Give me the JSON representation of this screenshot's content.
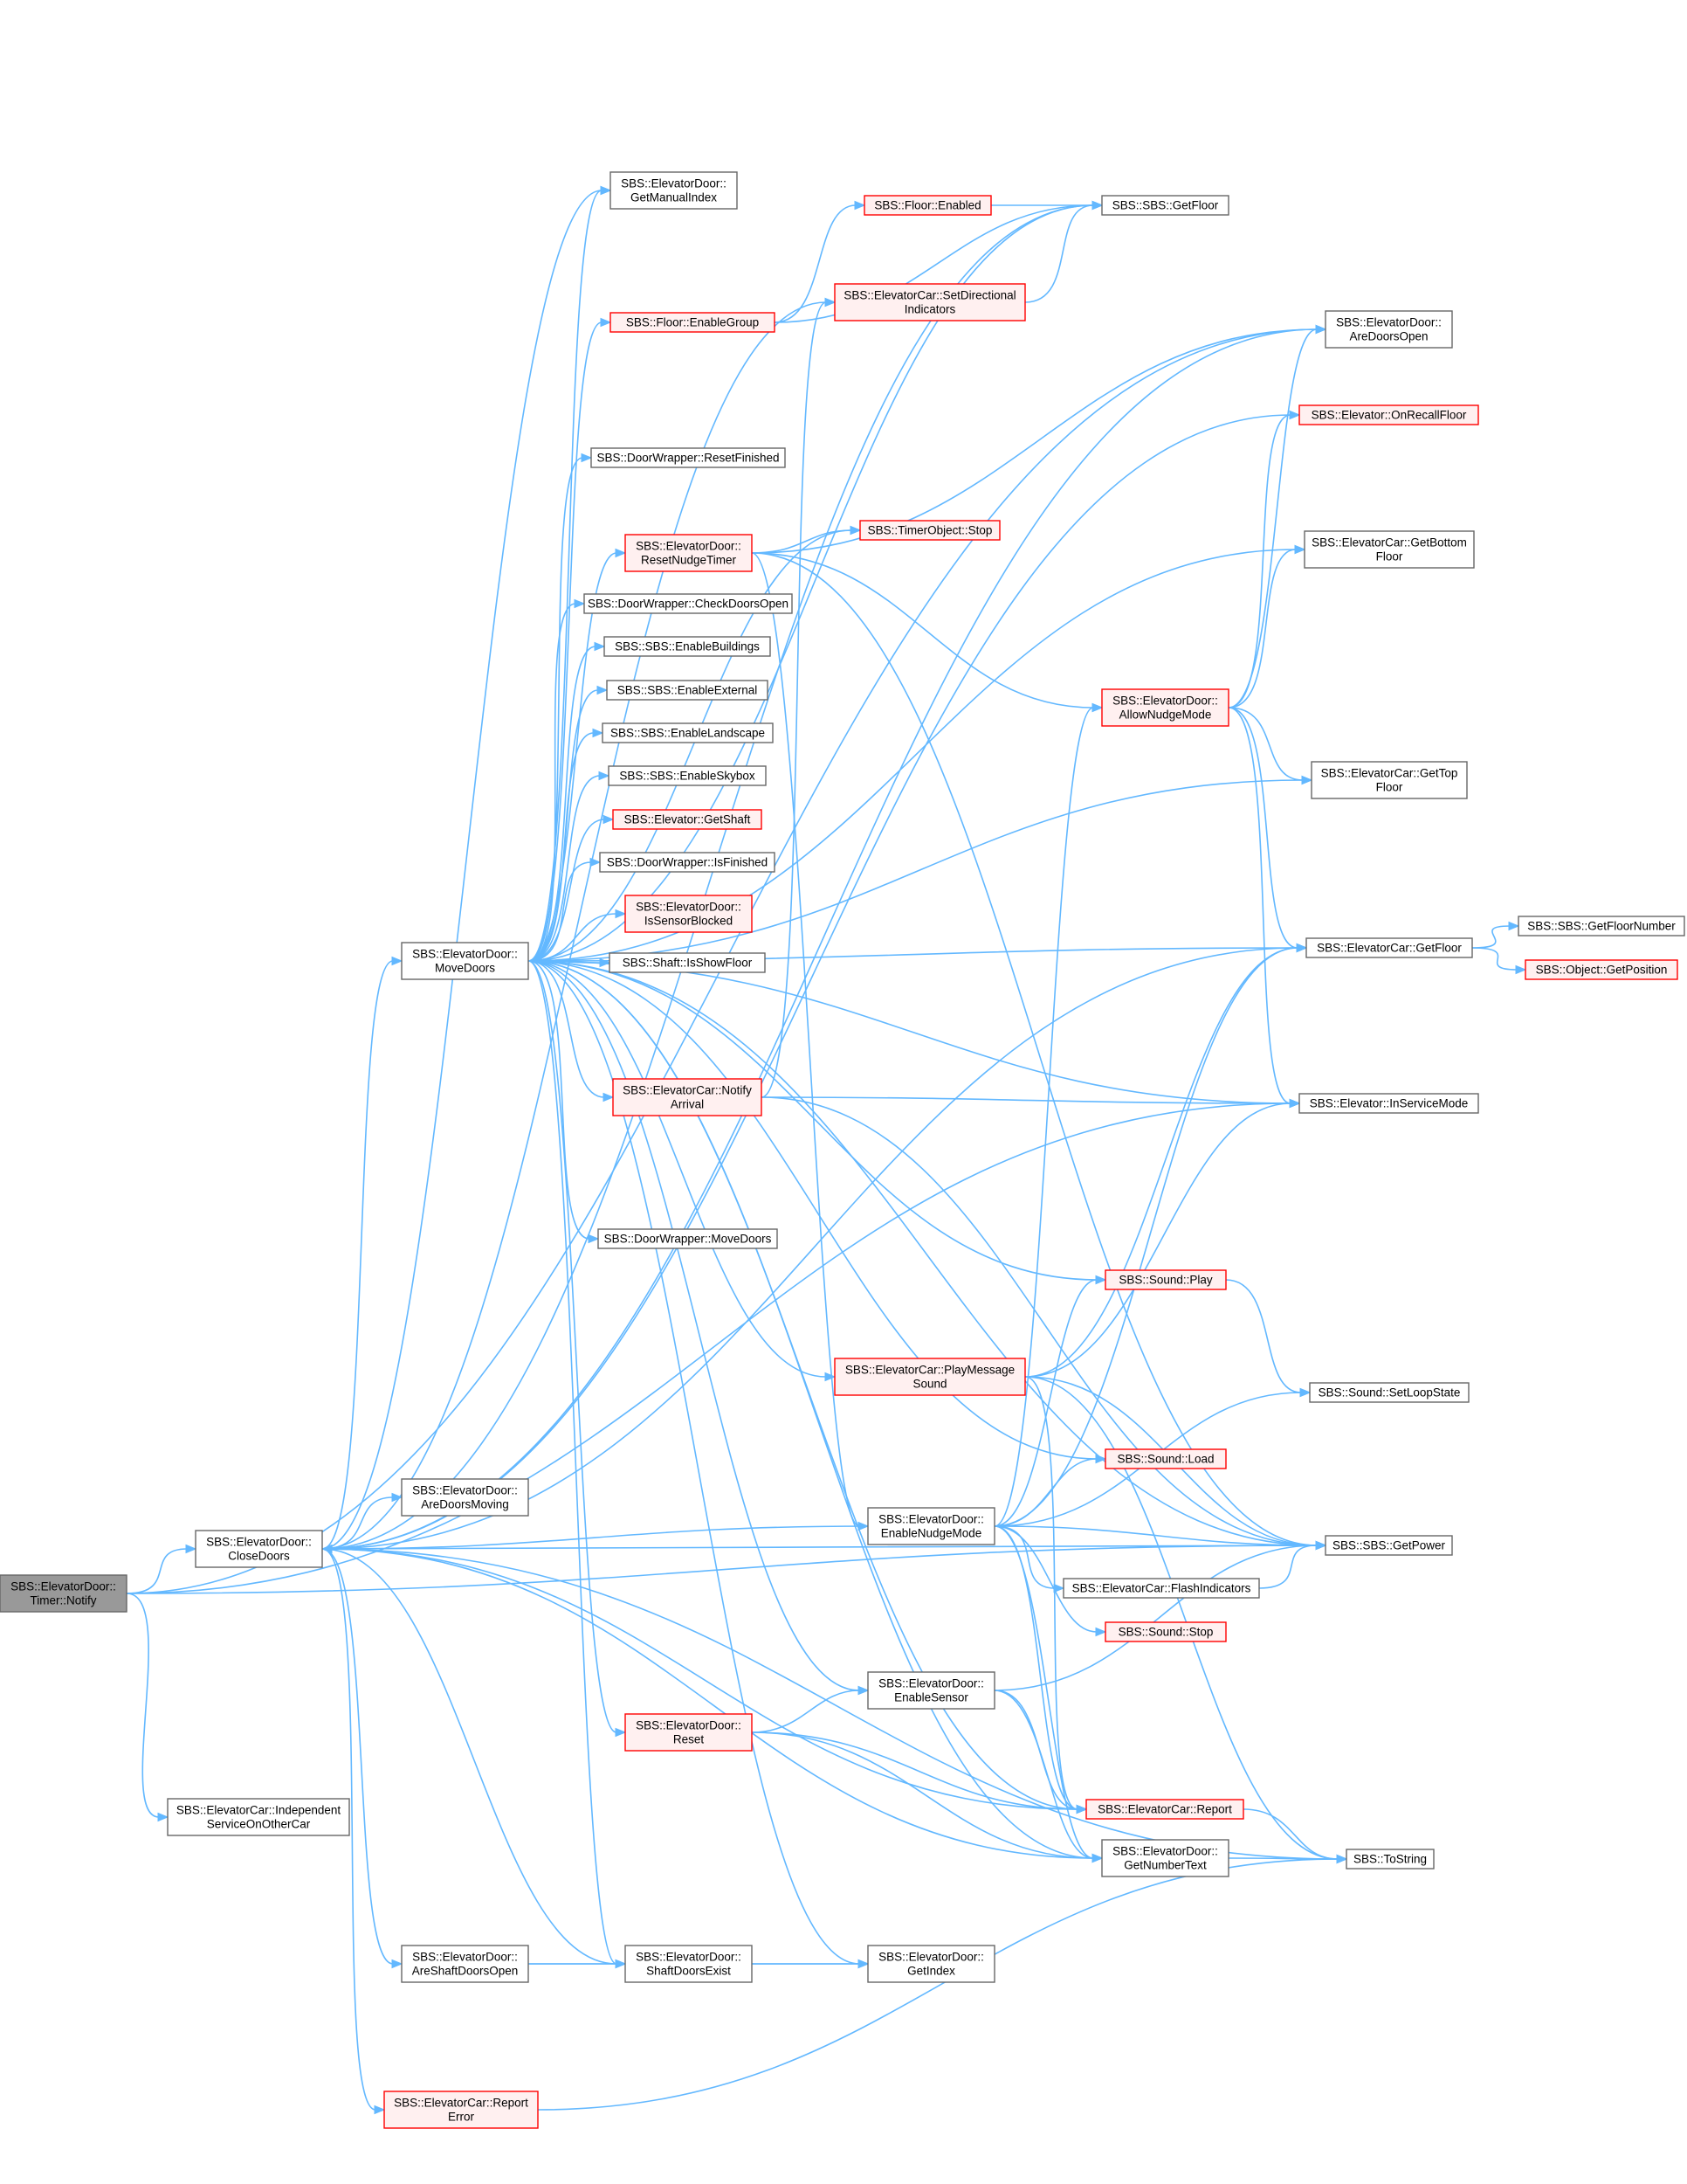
{
  "nodes": [
    {
      "id": "timer_notify",
      "lines": [
        "SBS::ElevatorDoor::",
        "Timer::Notify"
      ],
      "style": "root"
    },
    {
      "id": "close_doors",
      "lines": [
        "SBS::ElevatorDoor::",
        "CloseDoors"
      ],
      "style": "normal"
    },
    {
      "id": "independent_service",
      "lines": [
        "SBS::ElevatorCar::Independent",
        "ServiceOnOtherCar"
      ],
      "style": "normal"
    },
    {
      "id": "move_doors",
      "lines": [
        "SBS::ElevatorDoor::",
        "MoveDoors"
      ],
      "style": "normal"
    },
    {
      "id": "are_doors_moving",
      "lines": [
        "SBS::ElevatorDoor::",
        "AreDoorsMoving"
      ],
      "style": "normal"
    },
    {
      "id": "are_shaft_doors_open",
      "lines": [
        "SBS::ElevatorDoor::",
        "AreShaftDoorsOpen"
      ],
      "style": "normal"
    },
    {
      "id": "report_error",
      "lines": [
        "SBS::ElevatorCar::Report",
        "Error"
      ],
      "style": "red"
    },
    {
      "id": "get_manual_index",
      "lines": [
        "SBS::ElevatorDoor::",
        "GetManualIndex"
      ],
      "style": "normal"
    },
    {
      "id": "floor_enablegroup",
      "lines": [
        "SBS::Floor::EnableGroup"
      ],
      "style": "red"
    },
    {
      "id": "dw_resetfinished",
      "lines": [
        "SBS::DoorWrapper::ResetFinished"
      ],
      "style": "normal"
    },
    {
      "id": "reset_nudge_timer",
      "lines": [
        "SBS::ElevatorDoor::",
        "ResetNudgeTimer"
      ],
      "style": "red"
    },
    {
      "id": "dw_checkdoorsopen",
      "lines": [
        "SBS::DoorWrapper::CheckDoorsOpen"
      ],
      "style": "normal"
    },
    {
      "id": "enable_buildings",
      "lines": [
        "SBS::SBS::EnableBuildings"
      ],
      "style": "normal"
    },
    {
      "id": "enable_external",
      "lines": [
        "SBS::SBS::EnableExternal"
      ],
      "style": "normal"
    },
    {
      "id": "enable_landscape",
      "lines": [
        "SBS::SBS::EnableLandscape"
      ],
      "style": "normal"
    },
    {
      "id": "enable_skybox",
      "lines": [
        "SBS::SBS::EnableSkybox"
      ],
      "style": "normal"
    },
    {
      "id": "elevator_getshaft",
      "lines": [
        "SBS::Elevator::GetShaft"
      ],
      "style": "red"
    },
    {
      "id": "dw_isfinished",
      "lines": [
        "SBS::DoorWrapper::IsFinished"
      ],
      "style": "normal"
    },
    {
      "id": "is_sensor_blocked",
      "lines": [
        "SBS::ElevatorDoor::",
        "IsSensorBlocked"
      ],
      "style": "red"
    },
    {
      "id": "shaft_isshowfloor",
      "lines": [
        "SBS::Shaft::IsShowFloor"
      ],
      "style": "normal"
    },
    {
      "id": "notify_arrival",
      "lines": [
        "SBS::ElevatorCar::Notify",
        "Arrival"
      ],
      "style": "red"
    },
    {
      "id": "dw_movedoors",
      "lines": [
        "SBS::DoorWrapper::MoveDoors"
      ],
      "style": "normal"
    },
    {
      "id": "ed_reset",
      "lines": [
        "SBS::ElevatorDoor::",
        "Reset"
      ],
      "style": "red"
    },
    {
      "id": "shaft_doors_exist",
      "lines": [
        "SBS::ElevatorDoor::",
        "ShaftDoorsExist"
      ],
      "style": "normal"
    },
    {
      "id": "floor_enabled",
      "lines": [
        "SBS::Floor::Enabled"
      ],
      "style": "red"
    },
    {
      "id": "set_directional",
      "lines": [
        "SBS::ElevatorCar::SetDirectional",
        "Indicators"
      ],
      "style": "red"
    },
    {
      "id": "timerobject_stop",
      "lines": [
        "SBS::TimerObject::Stop"
      ],
      "style": "red"
    },
    {
      "id": "play_message_sound",
      "lines": [
        "SBS::ElevatorCar::PlayMessage",
        "Sound"
      ],
      "style": "red"
    },
    {
      "id": "enable_nudge_mode",
      "lines": [
        "SBS::ElevatorDoor::",
        "EnableNudgeMode"
      ],
      "style": "normal"
    },
    {
      "id": "enable_sensor",
      "lines": [
        "SBS::ElevatorDoor::",
        "EnableSensor"
      ],
      "style": "normal"
    },
    {
      "id": "get_index",
      "lines": [
        "SBS::ElevatorDoor::",
        "GetIndex"
      ],
      "style": "normal"
    },
    {
      "id": "allow_nudge_mode",
      "lines": [
        "SBS::ElevatorDoor::",
        "AllowNudgeMode"
      ],
      "style": "red"
    },
    {
      "id": "sound_play",
      "lines": [
        "SBS::Sound::Play"
      ],
      "style": "red"
    },
    {
      "id": "sound_load",
      "lines": [
        "SBS::Sound::Load"
      ],
      "style": "red"
    },
    {
      "id": "flash_indicators",
      "lines": [
        "SBS::ElevatorCar::FlashIndicators"
      ],
      "style": "normal"
    },
    {
      "id": "sound_stop",
      "lines": [
        "SBS::Sound::Stop"
      ],
      "style": "red"
    },
    {
      "id": "car_report",
      "lines": [
        "SBS::ElevatorCar::Report"
      ],
      "style": "red"
    },
    {
      "id": "get_number_text",
      "lines": [
        "SBS::ElevatorDoor::",
        "GetNumberText"
      ],
      "style": "normal"
    },
    {
      "id": "sbs_getfloor",
      "lines": [
        "SBS::SBS::GetFloor"
      ],
      "style": "normal"
    },
    {
      "id": "are_doors_open",
      "lines": [
        "SBS::ElevatorDoor::",
        "AreDoorsOpen"
      ],
      "style": "normal"
    },
    {
      "id": "on_recall_floor",
      "lines": [
        "SBS::Elevator::OnRecallFloor"
      ],
      "style": "red"
    },
    {
      "id": "get_bottom_floor",
      "lines": [
        "SBS::ElevatorCar::GetBottom",
        "Floor"
      ],
      "style": "normal"
    },
    {
      "id": "get_top_floor",
      "lines": [
        "SBS::ElevatorCar::GetTop",
        "Floor"
      ],
      "style": "normal"
    },
    {
      "id": "car_getfloor",
      "lines": [
        "SBS::ElevatorCar::GetFloor"
      ],
      "style": "normal"
    },
    {
      "id": "in_service_mode",
      "lines": [
        "SBS::Elevator::InServiceMode"
      ],
      "style": "normal"
    },
    {
      "id": "set_loop_state",
      "lines": [
        "SBS::Sound::SetLoopState"
      ],
      "style": "normal"
    },
    {
      "id": "get_power",
      "lines": [
        "SBS::SBS::GetPower"
      ],
      "style": "normal"
    },
    {
      "id": "to_string",
      "lines": [
        "SBS::ToString"
      ],
      "style": "normal"
    },
    {
      "id": "get_floor_number",
      "lines": [
        "SBS::SBS::GetFloorNumber"
      ],
      "style": "normal"
    },
    {
      "id": "get_position",
      "lines": [
        "SBS::Object::GetPosition"
      ],
      "style": "red"
    }
  ],
  "edges": [
    [
      "timer_notify",
      "close_doors"
    ],
    [
      "timer_notify",
      "independent_service"
    ],
    [
      "timer_notify",
      "are_doors_open"
    ],
    [
      "timer_notify",
      "in_service_mode"
    ],
    [
      "timer_notify",
      "get_power"
    ],
    [
      "close_doors",
      "move_doors"
    ],
    [
      "close_doors",
      "are_doors_moving"
    ],
    [
      "close_doors",
      "are_shaft_doors_open"
    ],
    [
      "close_doors",
      "report_error"
    ],
    [
      "close_doors",
      "get_manual_index"
    ],
    [
      "close_doors",
      "sbs_getfloor"
    ],
    [
      "close_doors",
      "are_doors_open"
    ],
    [
      "close_doors",
      "set_directional"
    ],
    [
      "close_doors",
      "on_recall_floor"
    ],
    [
      "close_doors",
      "car_getfloor"
    ],
    [
      "close_doors",
      "get_power"
    ],
    [
      "close_doors",
      "car_report"
    ],
    [
      "close_doors",
      "get_number_text"
    ],
    [
      "close_doors",
      "shaft_doors_exist"
    ],
    [
      "close_doors",
      "to_string"
    ],
    [
      "move_doors",
      "get_manual_index"
    ],
    [
      "move_doors",
      "floor_enablegroup"
    ],
    [
      "move_doors",
      "dw_resetfinished"
    ],
    [
      "move_doors",
      "reset_nudge_timer"
    ],
    [
      "move_doors",
      "dw_checkdoorsopen"
    ],
    [
      "move_doors",
      "enable_buildings"
    ],
    [
      "move_doors",
      "enable_external"
    ],
    [
      "move_doors",
      "enable_landscape"
    ],
    [
      "move_doors",
      "enable_skybox"
    ],
    [
      "move_doors",
      "elevator_getshaft"
    ],
    [
      "move_doors",
      "dw_isfinished"
    ],
    [
      "move_doors",
      "is_sensor_blocked"
    ],
    [
      "move_doors",
      "shaft_isshowfloor"
    ],
    [
      "move_doors",
      "notify_arrival"
    ],
    [
      "move_doors",
      "dw_movedoors"
    ],
    [
      "move_doors",
      "ed_reset"
    ],
    [
      "move_doors",
      "shaft_doors_exist"
    ],
    [
      "move_doors",
      "sbs_getfloor"
    ],
    [
      "move_doors",
      "timerobject_stop"
    ],
    [
      "move_doors",
      "get_bottom_floor"
    ],
    [
      "move_doors",
      "get_top_floor"
    ],
    [
      "move_doors",
      "car_getfloor"
    ],
    [
      "move_doors",
      "in_service_mode"
    ],
    [
      "move_doors",
      "sound_play"
    ],
    [
      "move_doors",
      "play_message_sound"
    ],
    [
      "move_doors",
      "sound_load"
    ],
    [
      "move_doors",
      "enable_sensor"
    ],
    [
      "move_doors",
      "get_index"
    ],
    [
      "move_doors",
      "car_report"
    ],
    [
      "move_doors",
      "get_number_text"
    ],
    [
      "move_doors",
      "get_power"
    ],
    [
      "are_shaft_doors_open",
      "shaft_doors_exist"
    ],
    [
      "are_shaft_doors_open",
      "get_index"
    ],
    [
      "report_error",
      "to_string"
    ],
    [
      "floor_enablegroup",
      "floor_enabled"
    ],
    [
      "floor_enablegroup",
      "sbs_getfloor"
    ],
    [
      "floor_enabled",
      "sbs_getfloor"
    ],
    [
      "set_directional",
      "sbs_getfloor"
    ],
    [
      "reset_nudge_timer",
      "timerobject_stop"
    ],
    [
      "reset_nudge_timer",
      "are_doors_open"
    ],
    [
      "reset_nudge_timer",
      "allow_nudge_mode"
    ],
    [
      "reset_nudge_timer",
      "enable_nudge_mode"
    ],
    [
      "reset_nudge_timer",
      "get_power"
    ],
    [
      "notify_arrival",
      "set_directional"
    ],
    [
      "notify_arrival",
      "in_service_mode"
    ],
    [
      "notify_arrival",
      "get_power"
    ],
    [
      "ed_reset",
      "enable_sensor"
    ],
    [
      "ed_reset",
      "car_report"
    ],
    [
      "ed_reset",
      "get_number_text"
    ],
    [
      "shaft_doors_exist",
      "get_index"
    ],
    [
      "play_message_sound",
      "car_getfloor"
    ],
    [
      "play_message_sound",
      "in_service_mode"
    ],
    [
      "play_message_sound",
      "get_power"
    ],
    [
      "play_message_sound",
      "car_report"
    ],
    [
      "play_message_sound",
      "to_string"
    ],
    [
      "enable_nudge_mode",
      "close_doors"
    ],
    [
      "enable_nudge_mode",
      "allow_nudge_mode"
    ],
    [
      "enable_nudge_mode",
      "sound_play"
    ],
    [
      "enable_nudge_mode",
      "sound_load"
    ],
    [
      "enable_nudge_mode",
      "set_loop_state"
    ],
    [
      "enable_nudge_mode",
      "get_power"
    ],
    [
      "enable_nudge_mode",
      "flash_indicators"
    ],
    [
      "enable_nudge_mode",
      "sound_stop"
    ],
    [
      "enable_nudge_mode",
      "car_report"
    ],
    [
      "enable_nudge_mode",
      "get_number_text"
    ],
    [
      "enable_nudge_mode",
      "car_getfloor"
    ],
    [
      "enable_sensor",
      "get_power"
    ],
    [
      "enable_sensor",
      "car_report"
    ],
    [
      "enable_sensor",
      "get_number_text"
    ],
    [
      "allow_nudge_mode",
      "are_doors_open"
    ],
    [
      "allow_nudge_mode",
      "on_recall_floor"
    ],
    [
      "allow_nudge_mode",
      "get_bottom_floor"
    ],
    [
      "allow_nudge_mode",
      "get_top_floor"
    ],
    [
      "allow_nudge_mode",
      "car_getfloor"
    ],
    [
      "allow_nudge_mode",
      "in_service_mode"
    ],
    [
      "sound_play",
      "set_loop_state"
    ],
    [
      "flash_indicators",
      "get_power"
    ],
    [
      "car_report",
      "to_string"
    ],
    [
      "get_number_text",
      "to_string"
    ],
    [
      "car_getfloor",
      "get_floor_number"
    ],
    [
      "car_getfloor",
      "get_position"
    ]
  ]
}
